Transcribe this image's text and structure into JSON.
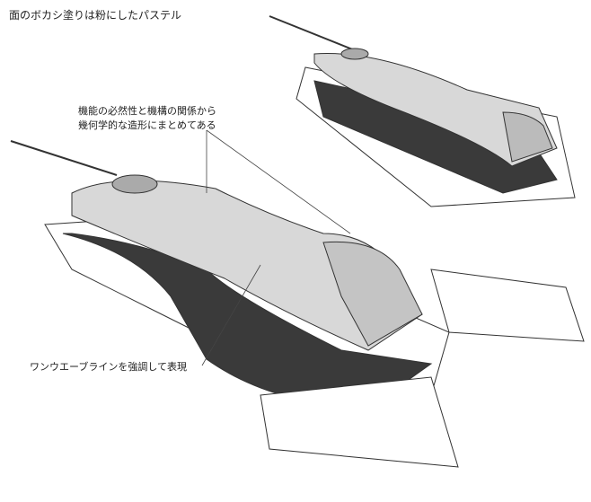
{
  "annotations": {
    "top_left": "面のボカシ塗りは粉にしたパステル",
    "center_line1": "機能の必然性と機構の関係から",
    "center_line2": "幾何学的な造形にまとめてある",
    "bottom_left": "ワンウエーブラインを強調して表現"
  },
  "colors": {
    "ink": "#222222",
    "shadow": "#3a3a3a",
    "body": "#d8d8d8"
  }
}
